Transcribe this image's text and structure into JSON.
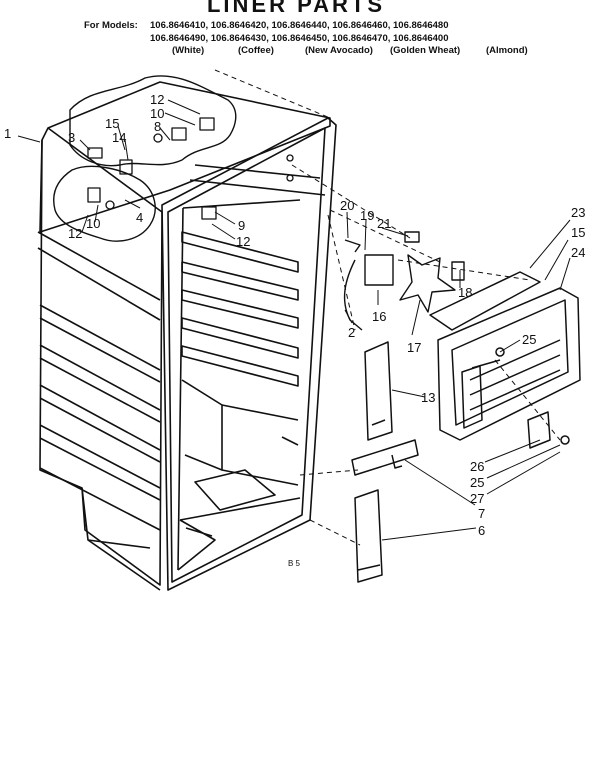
{
  "title": "LINER PARTS",
  "models": {
    "prefix": "For Models:",
    "line1": "106.8646410, 106.8646420, 106.8646440, 106.8646460, 106.8646480",
    "line2": "106.8646490, 106.8646430, 106.8646450, 106.8646470, 106.8646400",
    "colors": [
      "(White)",
      "(Coffee)",
      "(New Avocado)",
      "(Golden Wheat)",
      "(Almond)"
    ]
  },
  "callouts": [
    "1",
    "12",
    "10",
    "15",
    "8",
    "3",
    "14",
    "4",
    "12",
    "10",
    "9",
    "12",
    "20",
    "19",
    "21",
    "23",
    "15",
    "24",
    "18",
    "16",
    "17",
    "2",
    "25",
    "13",
    "26",
    "25",
    "27",
    "7",
    "6"
  ],
  "footnote": "B 5"
}
